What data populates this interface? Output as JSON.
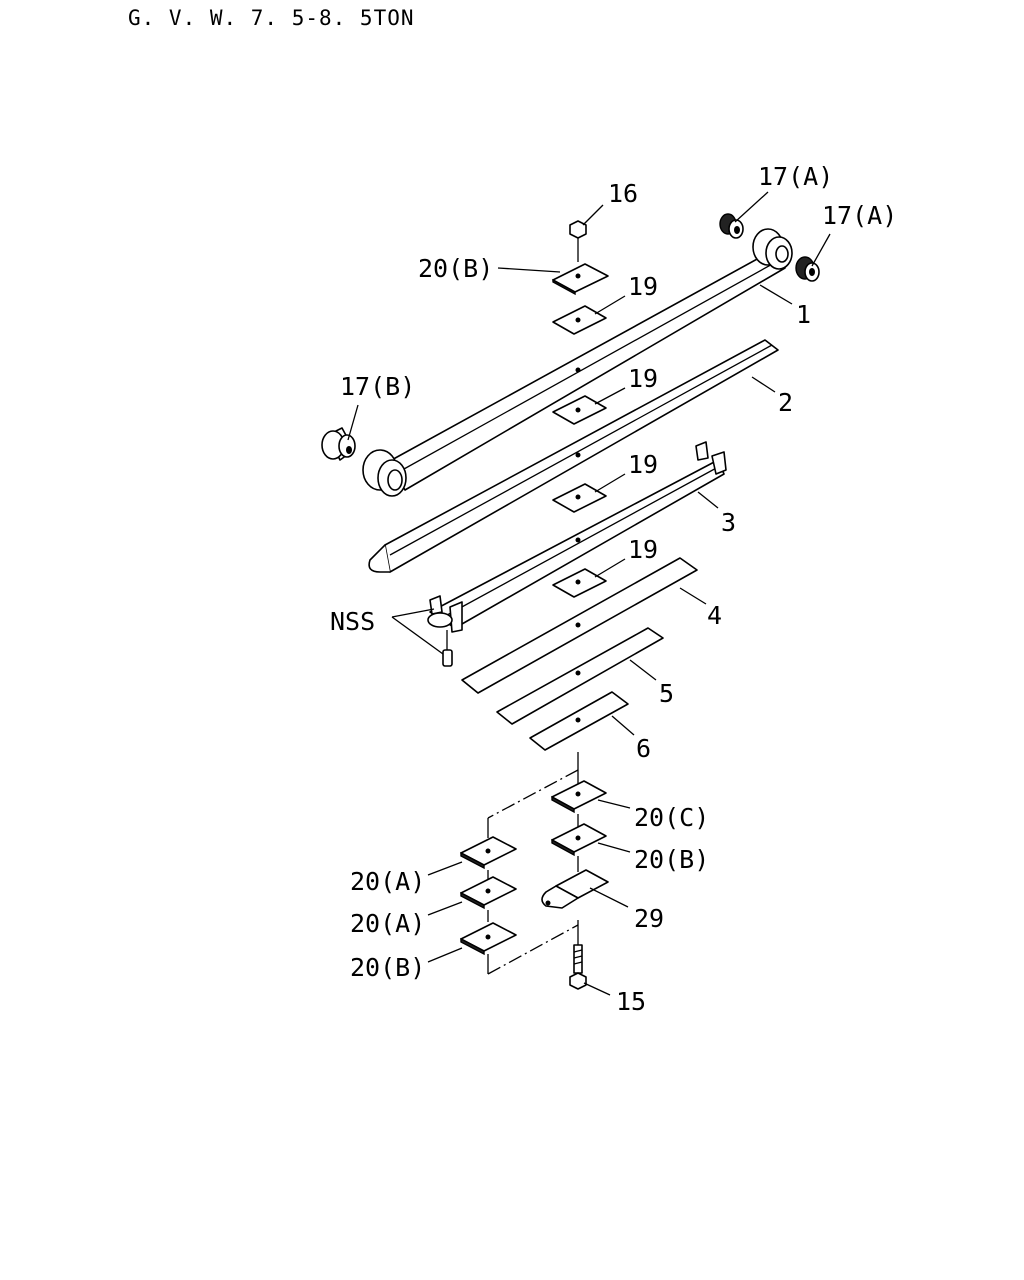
{
  "header": {
    "title": "G. V. W. 7. 5-8. 5TON"
  },
  "callouts": {
    "c16": "16",
    "c17a_1": "17(A)",
    "c17a_2": "17(A)",
    "c17b": "17(B)",
    "c20b_top": "20(B)",
    "c19_1": "19",
    "c19_2": "19",
    "c19_3": "19",
    "c19_4": "19",
    "c1": "1",
    "c2": "2",
    "c3": "3",
    "c4": "4",
    "c5": "5",
    "c6": "6",
    "nss": "NSS",
    "c20c": "20(C)",
    "c20b_right": "20(B)",
    "c20a_1": "20(A)",
    "c20a_2": "20(A)",
    "c20b_left": "20(B)",
    "c29": "29",
    "c15": "15"
  }
}
